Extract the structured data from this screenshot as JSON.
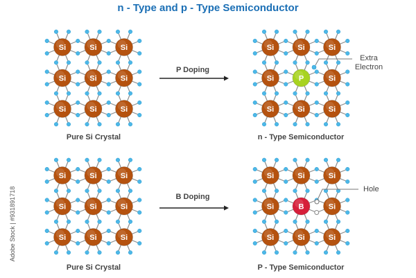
{
  "title": "n - Type and p - Type  Semiconductor",
  "watermark": "Adobe Stock | #931891718",
  "colors": {
    "title": "#1b6fb5",
    "silicon": "#b5520f",
    "phosphorus": "#a8d320",
    "boron": "#d61f3a",
    "electron": "#4db8e8",
    "bond": "#8a8a8a",
    "arrow": "#222222"
  },
  "panels": [
    {
      "id": "pure-top",
      "caption": "Pure Si Crystal",
      "grid": [
        [
          "Si",
          "Si",
          "Si"
        ],
        [
          "Si",
          "Si",
          "Si"
        ],
        [
          "Si",
          "Si",
          "Si"
        ]
      ]
    },
    {
      "id": "n-type",
      "caption": "n - Type Semiconductor",
      "grid": [
        [
          "Si",
          "Si",
          "Si"
        ],
        [
          "Si",
          "P",
          "Si"
        ],
        [
          "Si",
          "Si",
          "Si"
        ]
      ],
      "dopant": "P",
      "annotation": {
        "lines": [
          "Extra",
          "Electron"
        ],
        "kind": "extra-electron"
      }
    },
    {
      "id": "pure-bottom",
      "caption": "Pure Si Crystal",
      "grid": [
        [
          "Si",
          "Si",
          "Si"
        ],
        [
          "Si",
          "Si",
          "Si"
        ],
        [
          "Si",
          "Si",
          "Si"
        ]
      ]
    },
    {
      "id": "p-type",
      "caption": "P - Type Semiconductor",
      "grid": [
        [
          "Si",
          "Si",
          "Si"
        ],
        [
          "Si",
          "B",
          "Si"
        ],
        [
          "Si",
          "Si",
          "Si"
        ]
      ],
      "dopant": "B",
      "annotation": {
        "lines": [
          "Hole"
        ],
        "kind": "hole"
      }
    }
  ],
  "arrows": [
    {
      "label": "P Doping"
    },
    {
      "label": "B Doping"
    }
  ]
}
